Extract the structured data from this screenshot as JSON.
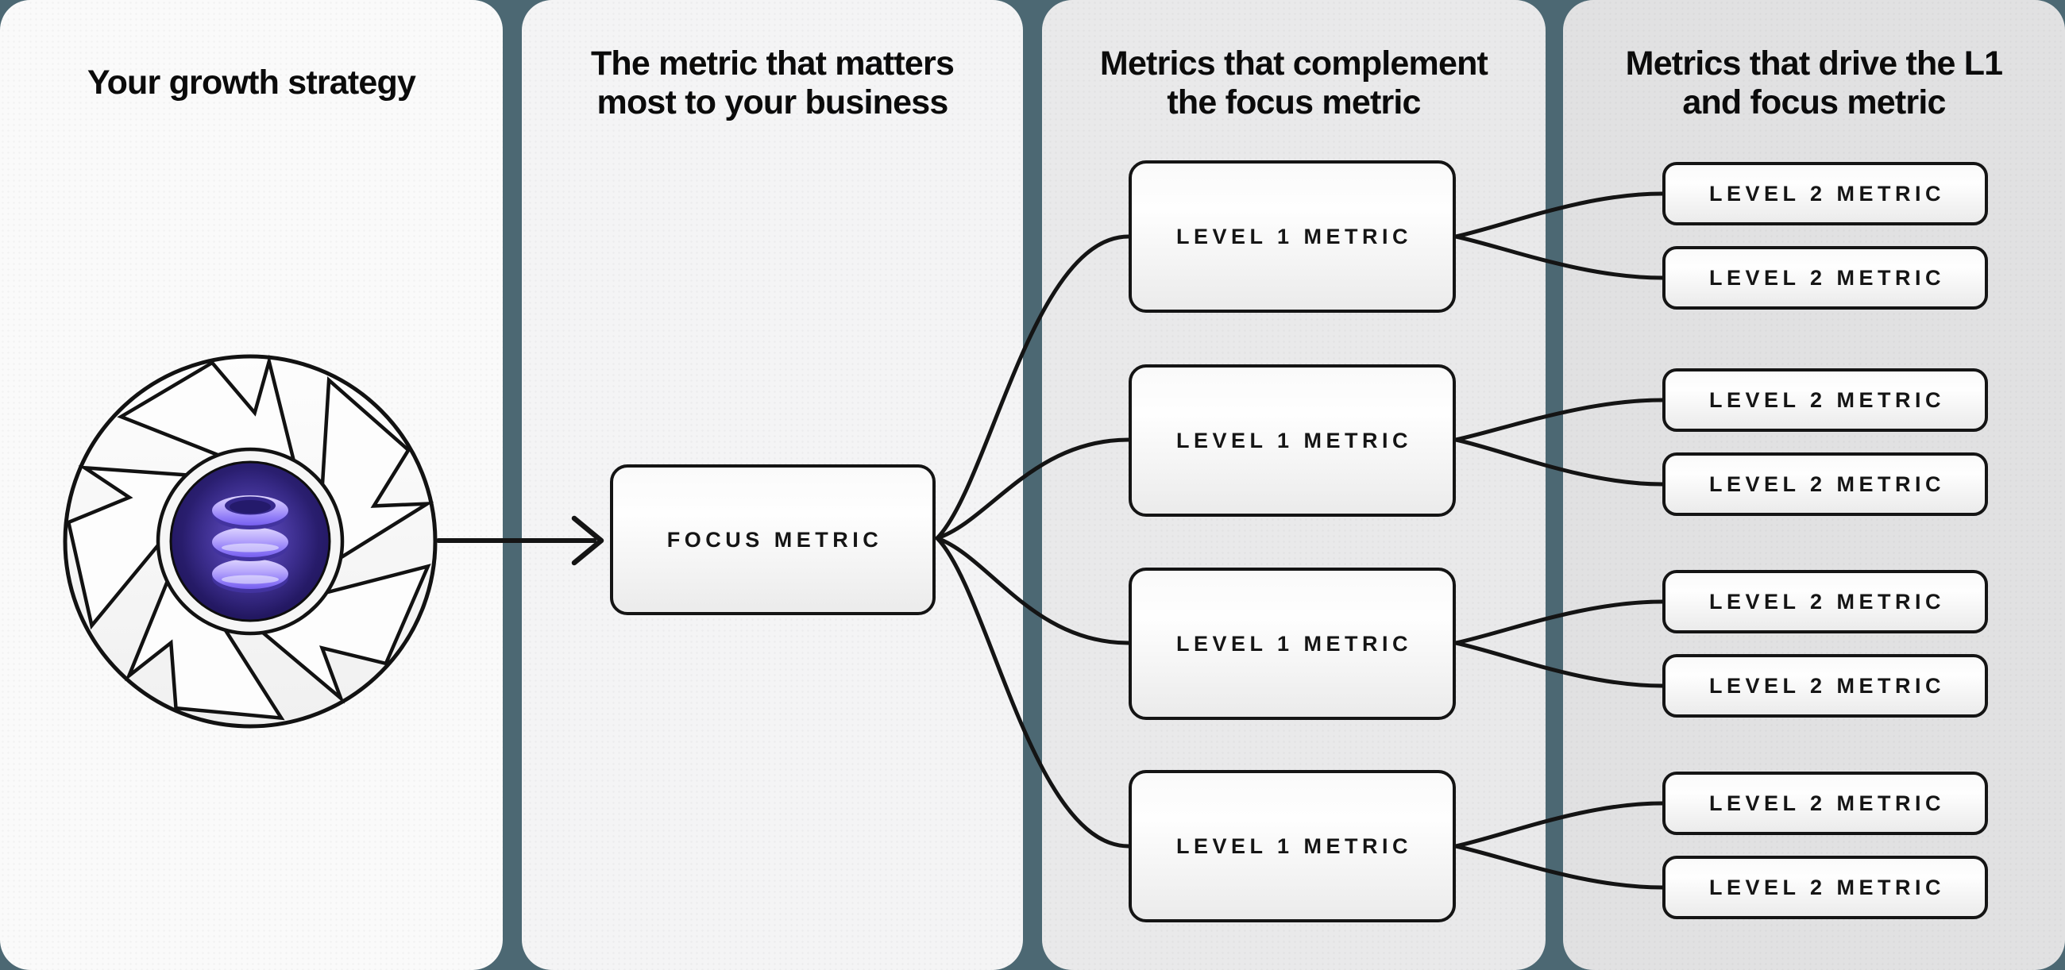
{
  "columns": {
    "strategy": {
      "title": "Your growth strategy"
    },
    "focus": {
      "title_line1": "The metric that matters",
      "title_line2": "most to your business",
      "box_label": "FOCUS METRIC"
    },
    "level1": {
      "title_line1": "Metrics that complement",
      "title_line2": "the focus metric",
      "boxes": [
        "LEVEL 1 METRIC",
        "LEVEL 1 METRIC",
        "LEVEL 1 METRIC",
        "LEVEL 1 METRIC"
      ]
    },
    "level2": {
      "title_line1": "Metrics that drive the L1",
      "title_line2": "and focus metric",
      "boxes": [
        "LEVEL 2 METRIC",
        "LEVEL 2 METRIC",
        "LEVEL 2 METRIC",
        "LEVEL 2 METRIC",
        "LEVEL 2 METRIC",
        "LEVEL 2 METRIC",
        "LEVEL 2 METRIC",
        "LEVEL 2 METRIC"
      ]
    }
  },
  "icons": {
    "flywheel": "flywheel-icon",
    "database": "database-icon",
    "arrow": "arrow-right-icon",
    "connectors": "curved-connector-lines"
  },
  "colors": {
    "background": "#4c6873",
    "panel_strategy": "#fafafa",
    "panel_focus": "#f4f4f5",
    "panel_level1": "#e9e9ea",
    "panel_level2": "#e1e1e2",
    "node_border": "#141414",
    "connector": "#141414",
    "database_purple": "#8f7bf7",
    "database_light_purple": "#ded5ff",
    "database_indigo_bg": "#2e2278"
  }
}
